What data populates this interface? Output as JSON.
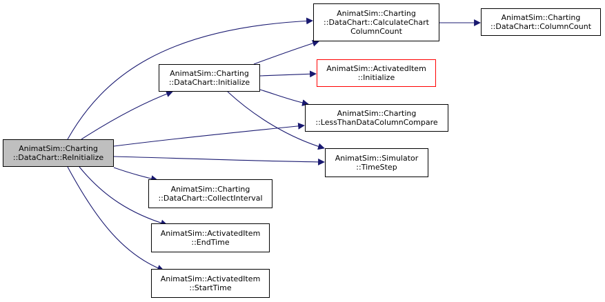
{
  "colors": {
    "edge": "#191970",
    "root_fill": "#bfbfbf",
    "missing_border": "#ff0000"
  },
  "nodes": {
    "reinitialize": {
      "line1": "AnimatSim::Charting",
      "line2": "::DataChart::ReInitialize"
    },
    "initialize": {
      "line1": "AnimatSim::Charting",
      "line2": "::DataChart::Initialize"
    },
    "calc_col_count": {
      "line1": "AnimatSim::Charting",
      "line2": "::DataChart::CalculateChart",
      "line3": "ColumnCount"
    },
    "column_count": {
      "line1": "AnimatSim::Charting",
      "line2": "::DataChart::ColumnCount"
    },
    "activated_initialize": {
      "line1": "AnimatSim::ActivatedItem",
      "line2": "::Initialize"
    },
    "less_than": {
      "line1": "AnimatSim::Charting",
      "line2": "::LessThanDataColumnCompare"
    },
    "time_step": {
      "line1": "AnimatSim::Simulator",
      "line2": "::TimeStep"
    },
    "collect_interval": {
      "line1": "AnimatSim::Charting",
      "line2": "::DataChart::CollectInterval"
    },
    "end_time": {
      "line1": "AnimatSim::ActivatedItem",
      "line2": "::EndTime"
    },
    "start_time": {
      "line1": "AnimatSim::ActivatedItem",
      "line2": "::StartTime"
    }
  },
  "edges": [
    {
      "from": "reinitialize",
      "to": "calc_col_count"
    },
    {
      "from": "reinitialize",
      "to": "initialize"
    },
    {
      "from": "reinitialize",
      "to": "less_than"
    },
    {
      "from": "reinitialize",
      "to": "time_step"
    },
    {
      "from": "reinitialize",
      "to": "collect_interval"
    },
    {
      "from": "reinitialize",
      "to": "end_time"
    },
    {
      "from": "reinitialize",
      "to": "start_time"
    },
    {
      "from": "initialize",
      "to": "calc_col_count"
    },
    {
      "from": "initialize",
      "to": "activated_initialize"
    },
    {
      "from": "initialize",
      "to": "less_than"
    },
    {
      "from": "initialize",
      "to": "time_step"
    },
    {
      "from": "calc_col_count",
      "to": "column_count"
    }
  ]
}
